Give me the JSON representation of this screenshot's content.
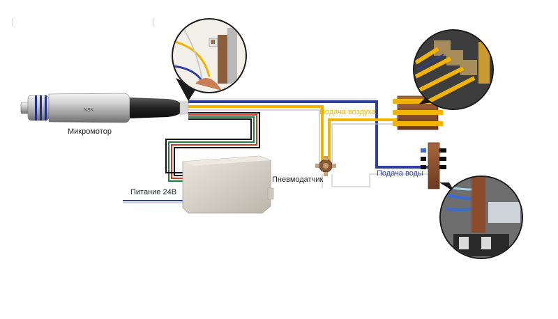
{
  "labels": {
    "micromotor": "Микромотор",
    "power": "Питание 24В",
    "pneumosensor": "Пневмодатчик",
    "air_supply": "Подача воздуха",
    "water_supply": "Подача воды"
  },
  "colors": {
    "air_line": "#f2b400",
    "water_line": "#2d3f9e",
    "wire_red": "#d03a1f",
    "wire_green": "#1e7f3a",
    "wire_black": "#111111",
    "manifold_brown": "#8a4b2a",
    "control_box": "#d7d0c6"
  }
}
